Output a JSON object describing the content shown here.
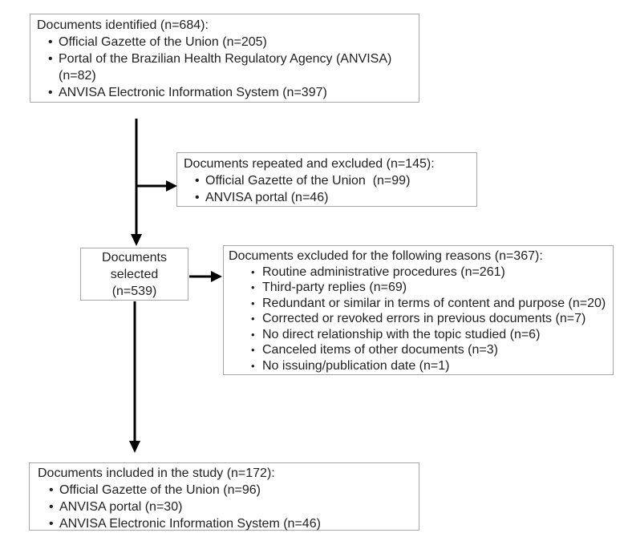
{
  "diagram": {
    "boxes": {
      "identified": {
        "title": "Documents identified (n=684):",
        "items": [
          "Official Gazette of the Union (n=205)",
          "Portal of the Brazilian Health Regulatory Agency (ANVISA)\n(n=82)",
          "ANVISA Electronic Information System (n=397)"
        ]
      },
      "repeated_excluded": {
        "title": "Documents repeated and excluded (n=145):",
        "items": [
          "Official Gazette of the Union  (n=99)",
          "ANVISA portal (n=46)"
        ]
      },
      "selected": {
        "text": "Documents selected (n=539)"
      },
      "excluded_reasons": {
        "title": "Documents excluded for the following reasons (n=367):",
        "items": [
          "Routine administrative procedures (n=261)",
          "Third-party replies (n=69)",
          "Redundant or similar in terms of content and purpose (n=20)",
          "Corrected or revoked errors in previous documents (n=7)",
          "No direct relationship with the topic studied (n=6)",
          "Canceled items of other documents (n=3)",
          "No issuing/publication date (n=1)"
        ]
      },
      "included": {
        "title": "Documents included in the study (n=172):",
        "items": [
          "Official Gazette of the Union (n=96)",
          "ANVISA portal (n=30)",
          "ANVISA Electronic Information System (n=46)"
        ]
      }
    },
    "colors": {
      "box_border": "#a6a6a6",
      "text": "#212121",
      "arrow": "#000000",
      "background": "#ffffff"
    }
  }
}
